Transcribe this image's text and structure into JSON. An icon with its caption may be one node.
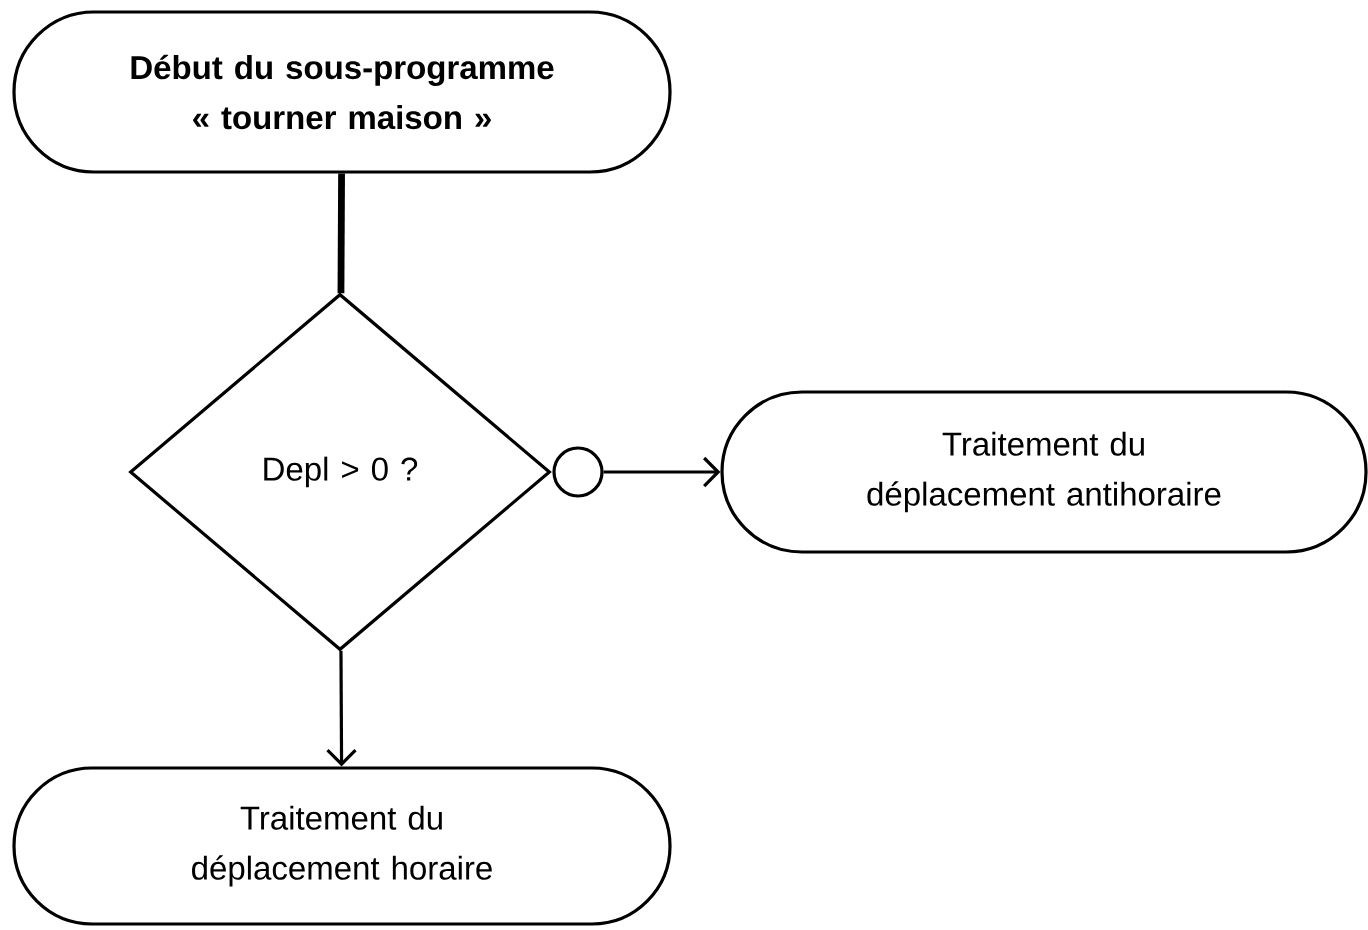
{
  "diagram": {
    "nodes": [
      {
        "text": [
          "**Début du sous-programme « tourner maison »**"
        ]
      },
      {
        "text": [
          "Depl > 0 ?"
        ]
      },
      {
        "text": [],
        "shape": "circle"
      },
      {
        "text": [
          "Traitement du déplacement antihoraire"
        ]
      },
      {
        "text": [
          "Traitement du déplacement horaire"
        ]
      }
    ],
    "edges": [
      {
        "from": 0,
        "to": 1,
        "arrow": "none",
        "style": "thick"
      },
      {
        "from": 1,
        "to": 4,
        "arrow": "to"
      },
      {
        "from": 2,
        "to": 3,
        "arrow": "to"
      }
    ]
  }
}
